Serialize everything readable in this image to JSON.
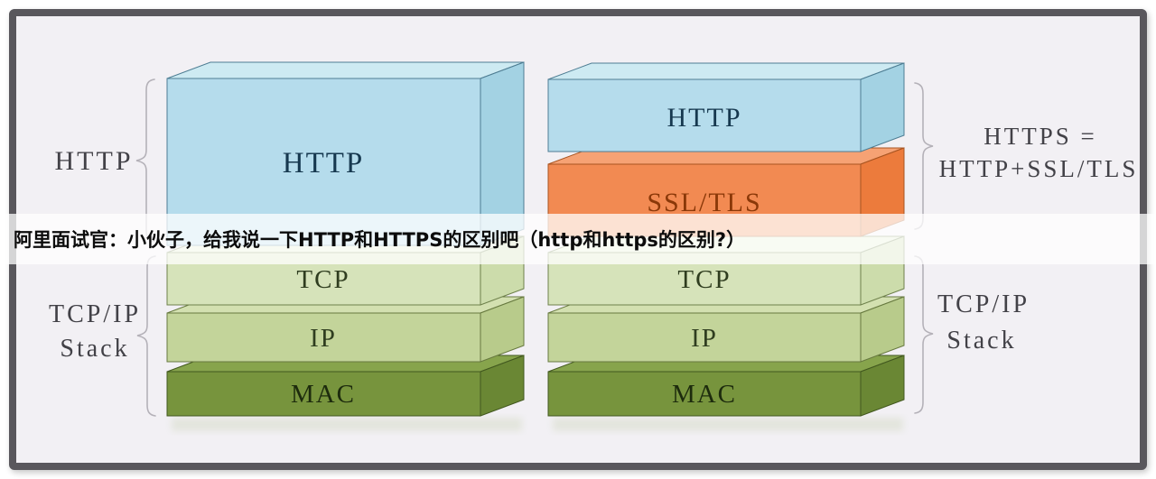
{
  "overlay": {
    "text": "阿里面试官：小伙子，给我说一下HTTP和HTTPS的区别吧（http和https的区别?）"
  },
  "left_stack": {
    "brace_label_top": "HTTP",
    "brace_label_bottom_line1": "TCP/IP",
    "brace_label_bottom_line2": "Stack",
    "layers": {
      "http": "HTTP",
      "tcp": "TCP",
      "ip": "IP",
      "mac": "MAC"
    }
  },
  "right_stack": {
    "brace_label_top_line1": "HTTPS =",
    "brace_label_top_line2": "HTTP+SSL/TLS",
    "brace_label_bottom_line1": "TCP/IP",
    "brace_label_bottom_line2": "Stack",
    "layers": {
      "http": "HTTP",
      "ssl": "SSL/TLS",
      "tcp": "TCP",
      "ip": "IP",
      "mac": "MAC"
    }
  },
  "colors": {
    "background": "#f2f0f4",
    "frame_border": "#59575c",
    "blue": {
      "front": "#b5dcec",
      "top": "#cdeaf2",
      "side": "#a3d2e3",
      "stroke": "#4e7d93",
      "text": "#16384f"
    },
    "orange": {
      "front": "#f28a52",
      "top": "#f6a274",
      "side": "#ec7b3c",
      "stroke": "#a85420",
      "text": "#8a3808"
    },
    "lightgreen": {
      "front": "#d6e3ba",
      "top": "#e4edd0",
      "side": "#ccdcab",
      "stroke": "#6e814b",
      "text": "#2f3d1f"
    },
    "midgreen": {
      "front": "#c3d49a",
      "top": "#d3e0b0",
      "side": "#b8cb8b",
      "stroke": "#67793f",
      "text": "#2f3d1f"
    },
    "darkgreen": {
      "front": "#77943d",
      "top": "#87a44c",
      "side": "#6a8734",
      "stroke": "#42581f",
      "text": "#1d2b0d"
    }
  }
}
